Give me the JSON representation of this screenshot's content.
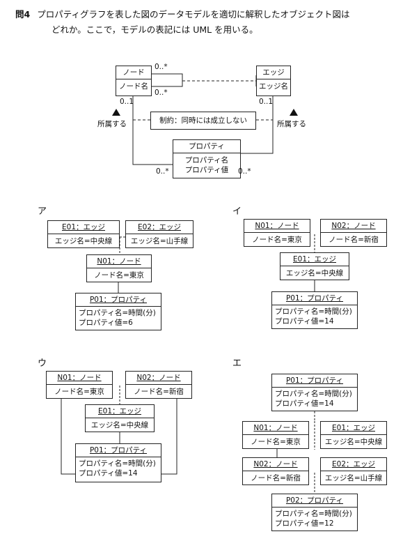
{
  "question": {
    "number": "問4",
    "line1": "プロパティグラフを表した図のデータモデルを適切に解釈したオブジェクト図は",
    "line2": "どれか。ここで，モデルの表記には UML を用いる。"
  },
  "model": {
    "node": {
      "name": "ノード",
      "attr": "ノード名"
    },
    "edge": {
      "name": "エッジ",
      "attr": "エッジ名"
    },
    "property": {
      "name": "プロパティ",
      "attr1": "プロパティ名",
      "attr2": "プロパティ値"
    },
    "mult_zero_many": "0..*",
    "mult_zero_one": "0..1",
    "belongs": "所属する",
    "constraint": "制約：同時には成立しない"
  },
  "options": {
    "a": {
      "label": "ア",
      "e01_head": "E01：エッジ",
      "e01_body": "エッジ名=中央線",
      "e02_head": "E02：エッジ",
      "e02_body": "エッジ名=山手線",
      "n01_head": "N01：ノード",
      "n01_body": "ノード名=東京",
      "p01_head": "P01：プロパティ",
      "p01_l1": "プロパティ名=時間(分)",
      "p01_l2": "プロパティ値=6"
    },
    "i": {
      "label": "イ",
      "n01_head": "N01：ノード",
      "n01_body": "ノード名=東京",
      "n02_head": "N02：ノード",
      "n02_body": "ノード名=新宿",
      "e01_head": "E01：エッジ",
      "e01_body": "エッジ名=中央線",
      "p01_head": "P01：プロパティ",
      "p01_l1": "プロパティ名=時間(分)",
      "p01_l2": "プロパティ値=14"
    },
    "u": {
      "label": "ウ",
      "n01_head": "N01：ノード",
      "n01_body": "ノード名=東京",
      "n02_head": "N02：ノード",
      "n02_body": "ノード名=新宿",
      "e01_head": "E01：エッジ",
      "e01_body": "エッジ名=中央線",
      "p01_head": "P01：プロパティ",
      "p01_l1": "プロパティ名=時間(分)",
      "p01_l2": "プロパティ値=14"
    },
    "e": {
      "label": "エ",
      "p01_head": "P01：プロパティ",
      "p01_l1": "プロパティ名=時間(分)",
      "p01_l2": "プロパティ値=14",
      "n01_head": "N01：ノード",
      "n01_body": "ノード名=東京",
      "e01_head": "E01：エッジ",
      "e01_body": "エッジ名=中央線",
      "n02_head": "N02：ノード",
      "n02_body": "ノード名=新宿",
      "e02_head": "E02：エッジ",
      "e02_body": "エッジ名=山手線",
      "p02_head": "P02：プロパティ",
      "p02_l1": "プロパティ名=時間(分)",
      "p02_l2": "プロパティ値=12"
    }
  }
}
